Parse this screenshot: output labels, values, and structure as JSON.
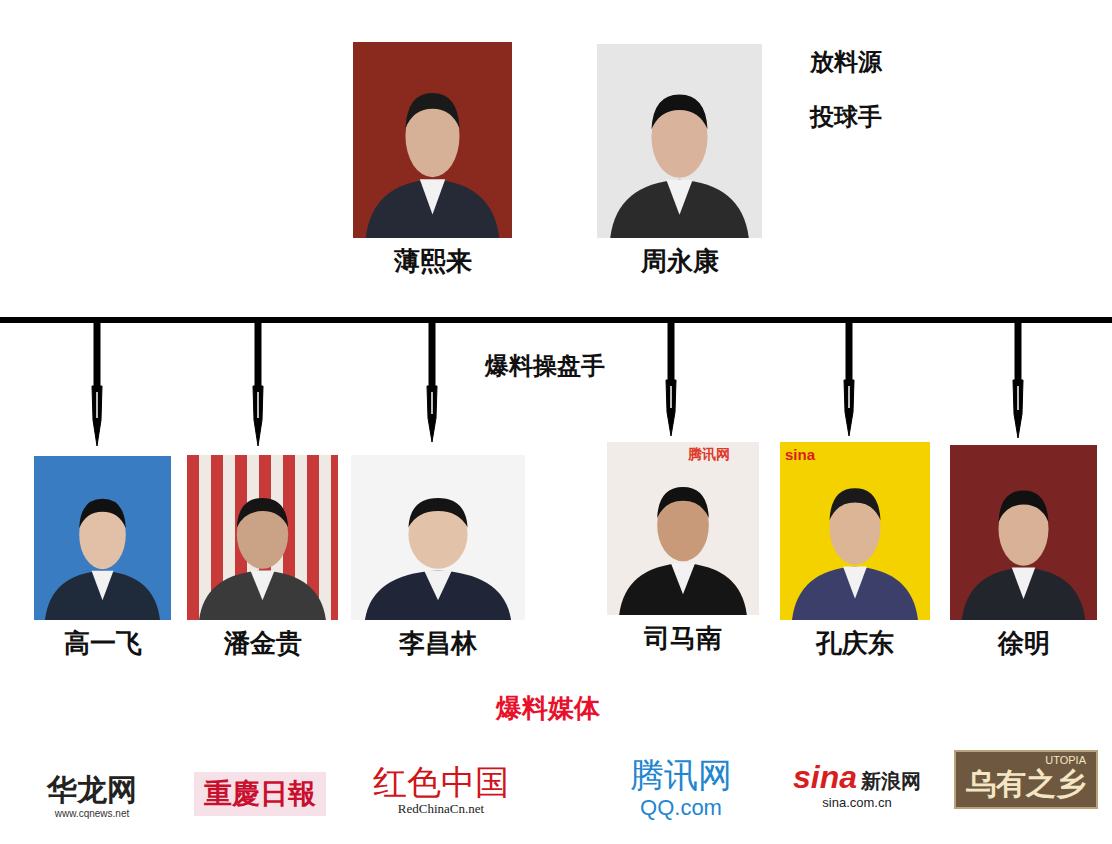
{
  "diagram": {
    "nodes": [
      {
        "text": [
          "薄熙来"
        ]
      },
      {
        "text": [
          "周永康"
        ]
      },
      {
        "text": [
          "高一飞"
        ]
      },
      {
        "text": [
          "潘金贵"
        ]
      },
      {
        "text": [
          "李昌林"
        ]
      },
      {
        "text": [
          "司马南"
        ]
      },
      {
        "text": [
          "孔庆东"
        ]
      },
      {
        "text": [
          "徐明"
        ]
      },
      {
        "text": [
          "华龙网",
          "www.cqnews.net"
        ]
      },
      {
        "text": [
          "重慶日報"
        ]
      },
      {
        "text": [
          "红色中国",
          "RedChinaCn.net"
        ]
      },
      {
        "text": [
          "腾讯网",
          "QQ.com"
        ]
      },
      {
        "text": [
          "sina",
          "新浪网",
          "sina.com.cn"
        ]
      },
      {
        "text": [
          "乌有之乡",
          "UTOPIA"
        ]
      }
    ],
    "labels": [
      "放料源",
      "投球手",
      "爆料操盘手",
      "爆料媒体",
      "腾讯网",
      "sina"
    ]
  }
}
